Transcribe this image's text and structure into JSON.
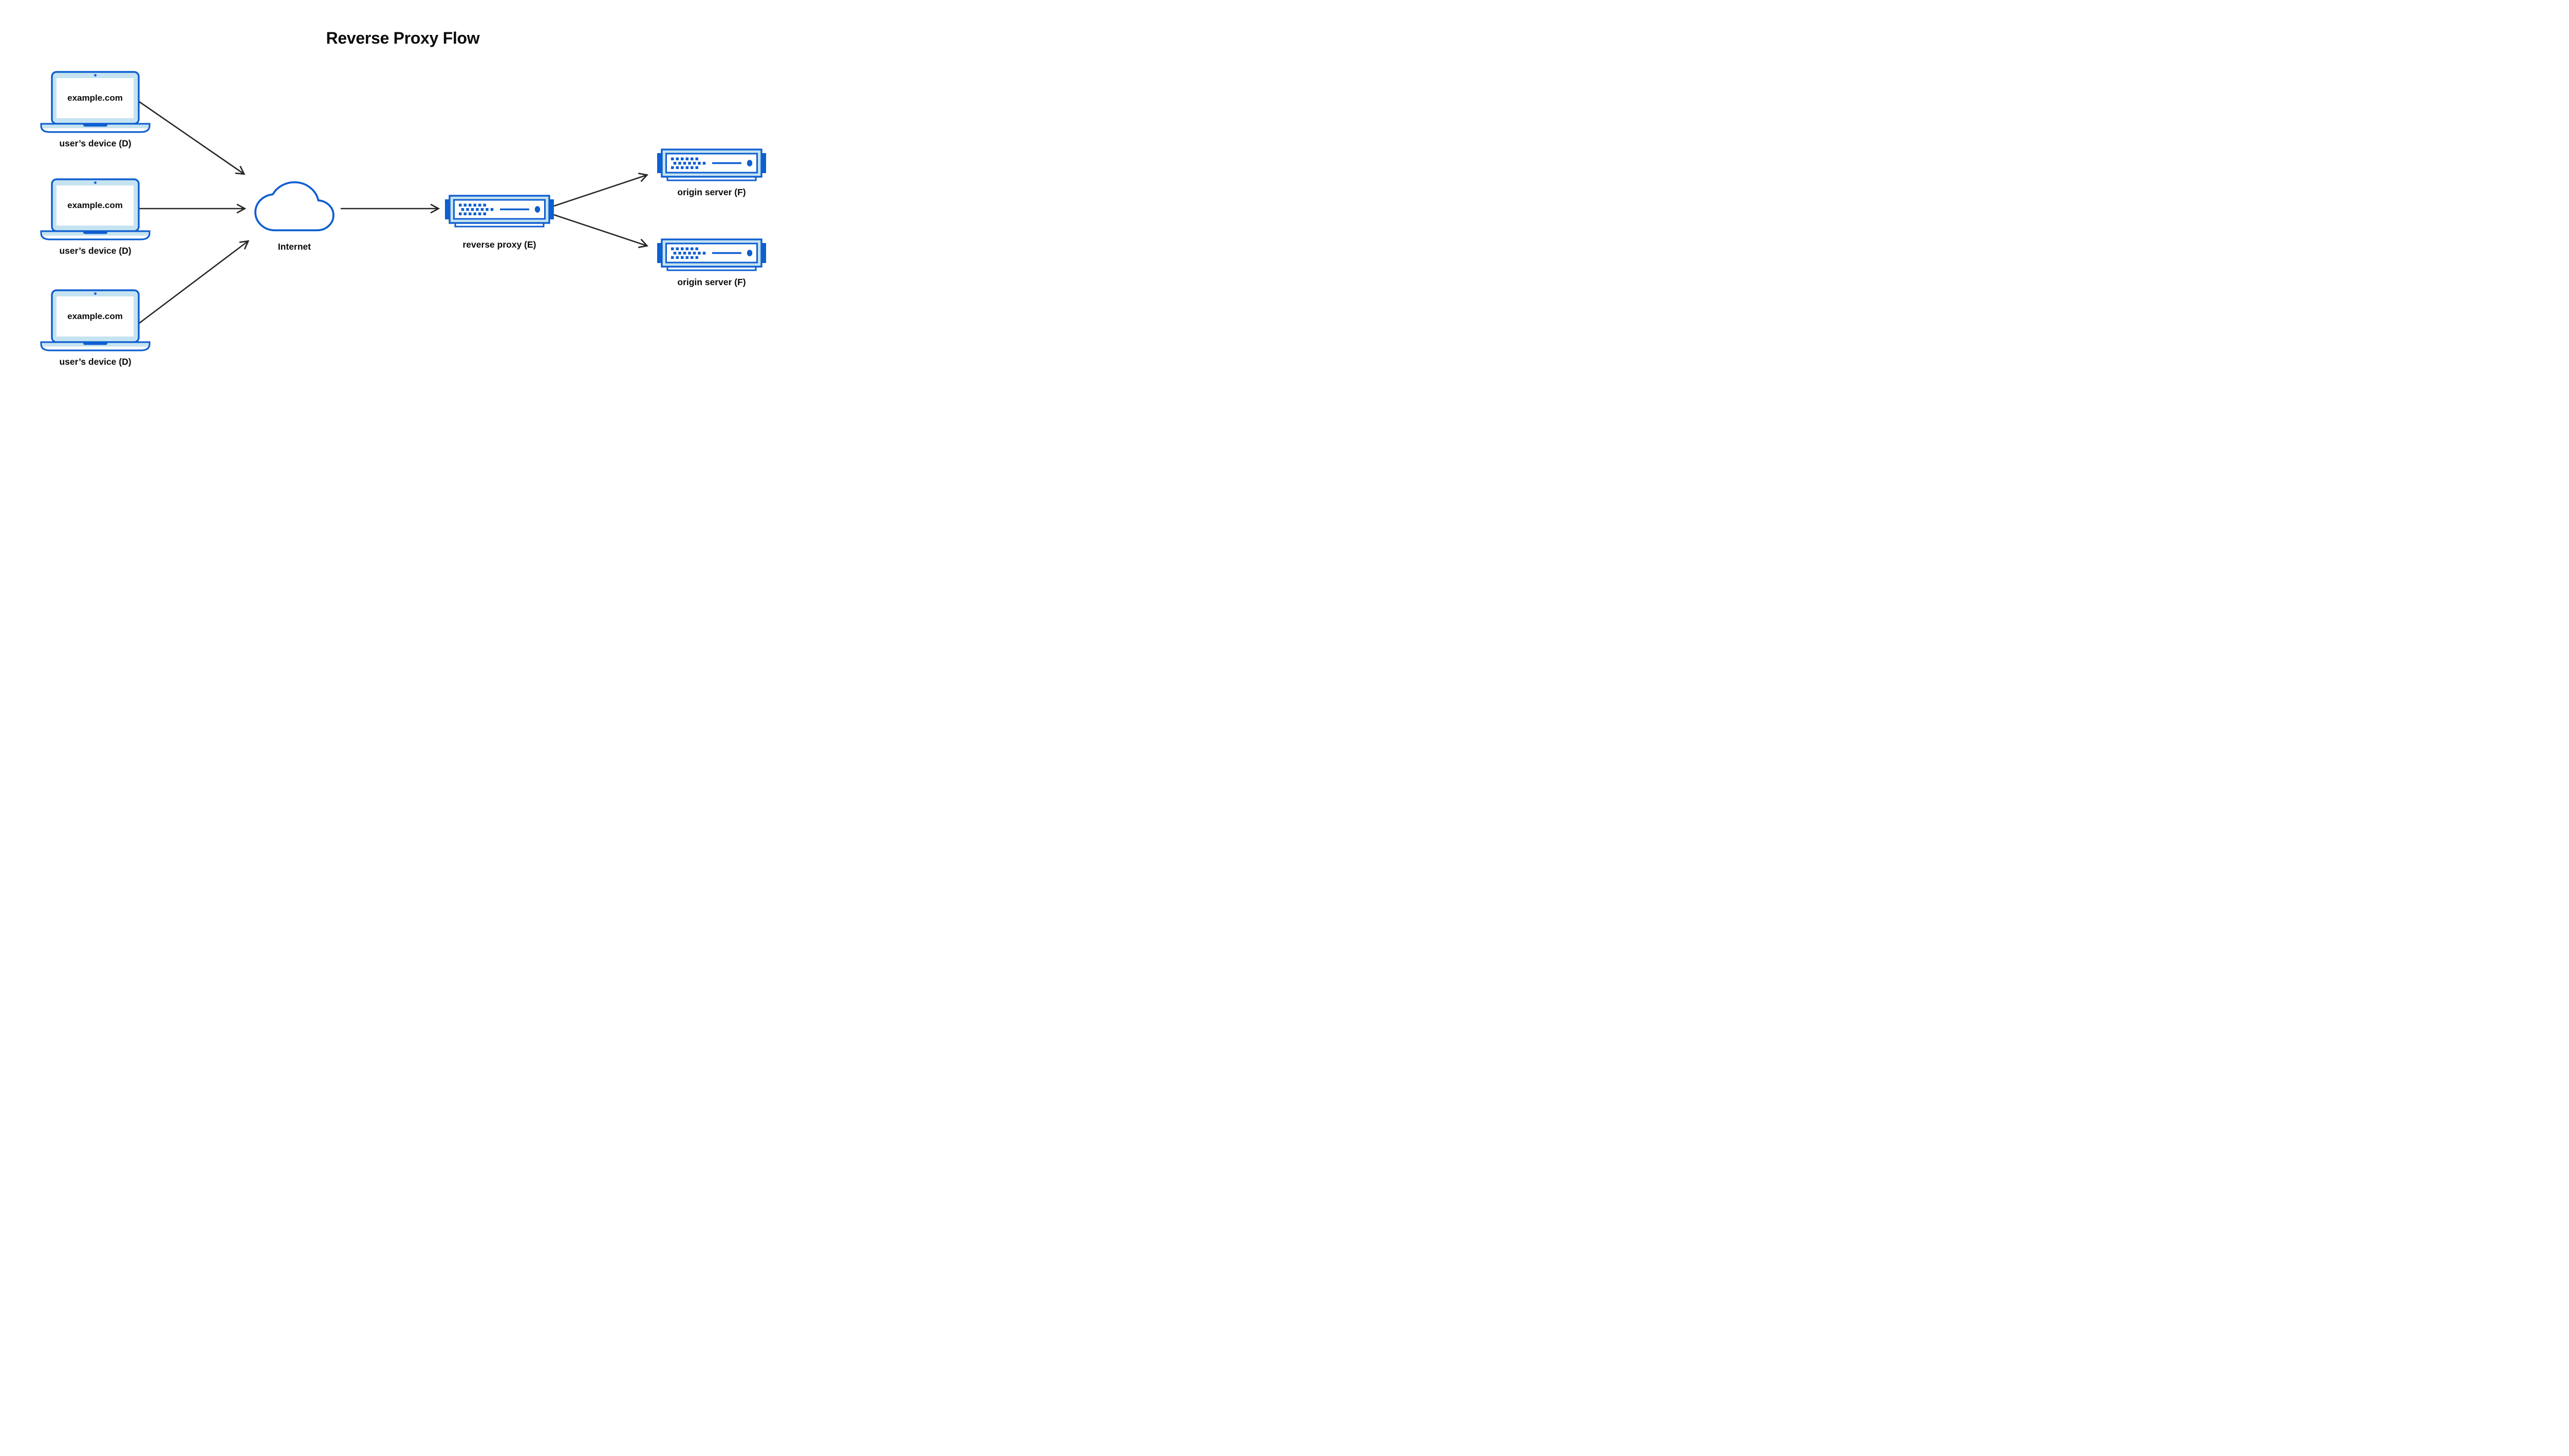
{
  "title": "Reverse Proxy Flow",
  "colors": {
    "blue": "#0e5fd0",
    "light_blue": "#c5e3f0",
    "arrow_black": "#262626",
    "text_black": "#0a0a0a",
    "background": "#ffffff"
  },
  "nodes": {
    "device1": {
      "screen_text": "example.com",
      "label": "user’s device (D)"
    },
    "device2": {
      "screen_text": "example.com",
      "label": "user’s device (D)"
    },
    "device3": {
      "screen_text": "example.com",
      "label": "user’s device (D)"
    },
    "internet": {
      "label": "Internet"
    },
    "reverse_proxy": {
      "label": "reverse proxy (E)"
    },
    "origin_server_1": {
      "label": "origin server (F)"
    },
    "origin_server_2": {
      "label": "origin server (F)"
    }
  },
  "edges": [
    {
      "from": "device1",
      "to": "internet"
    },
    {
      "from": "device2",
      "to": "internet"
    },
    {
      "from": "device3",
      "to": "internet"
    },
    {
      "from": "internet",
      "to": "reverse_proxy"
    },
    {
      "from": "reverse_proxy",
      "to": "origin_server_1"
    },
    {
      "from": "reverse_proxy",
      "to": "origin_server_2"
    }
  ]
}
